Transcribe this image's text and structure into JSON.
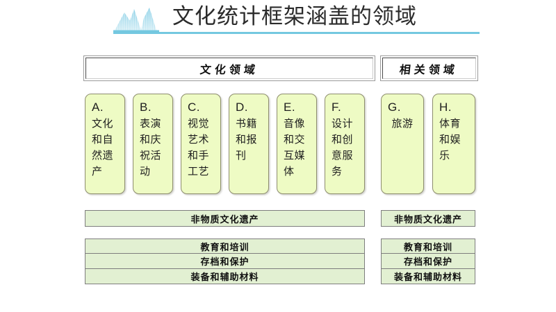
{
  "title": {
    "text": "文化统计框架涵盖的领域",
    "icon": "mountain-chart-icon",
    "underline_color": "#74c8e0"
  },
  "headers": {
    "cultural": "文化领域",
    "related": "相关领域"
  },
  "colors": {
    "column_fill": "#eefbc4",
    "column_border": "#8d8d6e",
    "bar_fill": "#e2f0d2",
    "bar_border": "#7d7d7d",
    "accent": "#74c8e0"
  },
  "cultural_domains": [
    {
      "letter": "A.",
      "name": "文化和自然遗产",
      "center": false
    },
    {
      "letter": "B.",
      "name": "表演和庆祝活动",
      "center": false
    },
    {
      "letter": "C.",
      "name": "视觉艺术和手工艺",
      "center": false
    },
    {
      "letter": "D.",
      "name": "书籍和报刊",
      "center": false
    },
    {
      "letter": "E.",
      "name": "音像和交互媒体",
      "center": false
    },
    {
      "letter": "F.",
      "name": "设计和创意服务",
      "center": false
    }
  ],
  "related_domains": [
    {
      "letter": "G.",
      "name": "旅游",
      "center": true
    },
    {
      "letter": "H.",
      "name": "体育和娱乐",
      "center": false
    }
  ],
  "heritage_bars": {
    "cultural": "非物质文化遗产",
    "related": "非物质文化遗产"
  },
  "transversal_bars": {
    "cultural": [
      "教育和培训",
      "存档和保护",
      "装备和辅助材料"
    ],
    "related": [
      "教育和培训",
      "存档和保护",
      "装备和辅助材料"
    ]
  }
}
